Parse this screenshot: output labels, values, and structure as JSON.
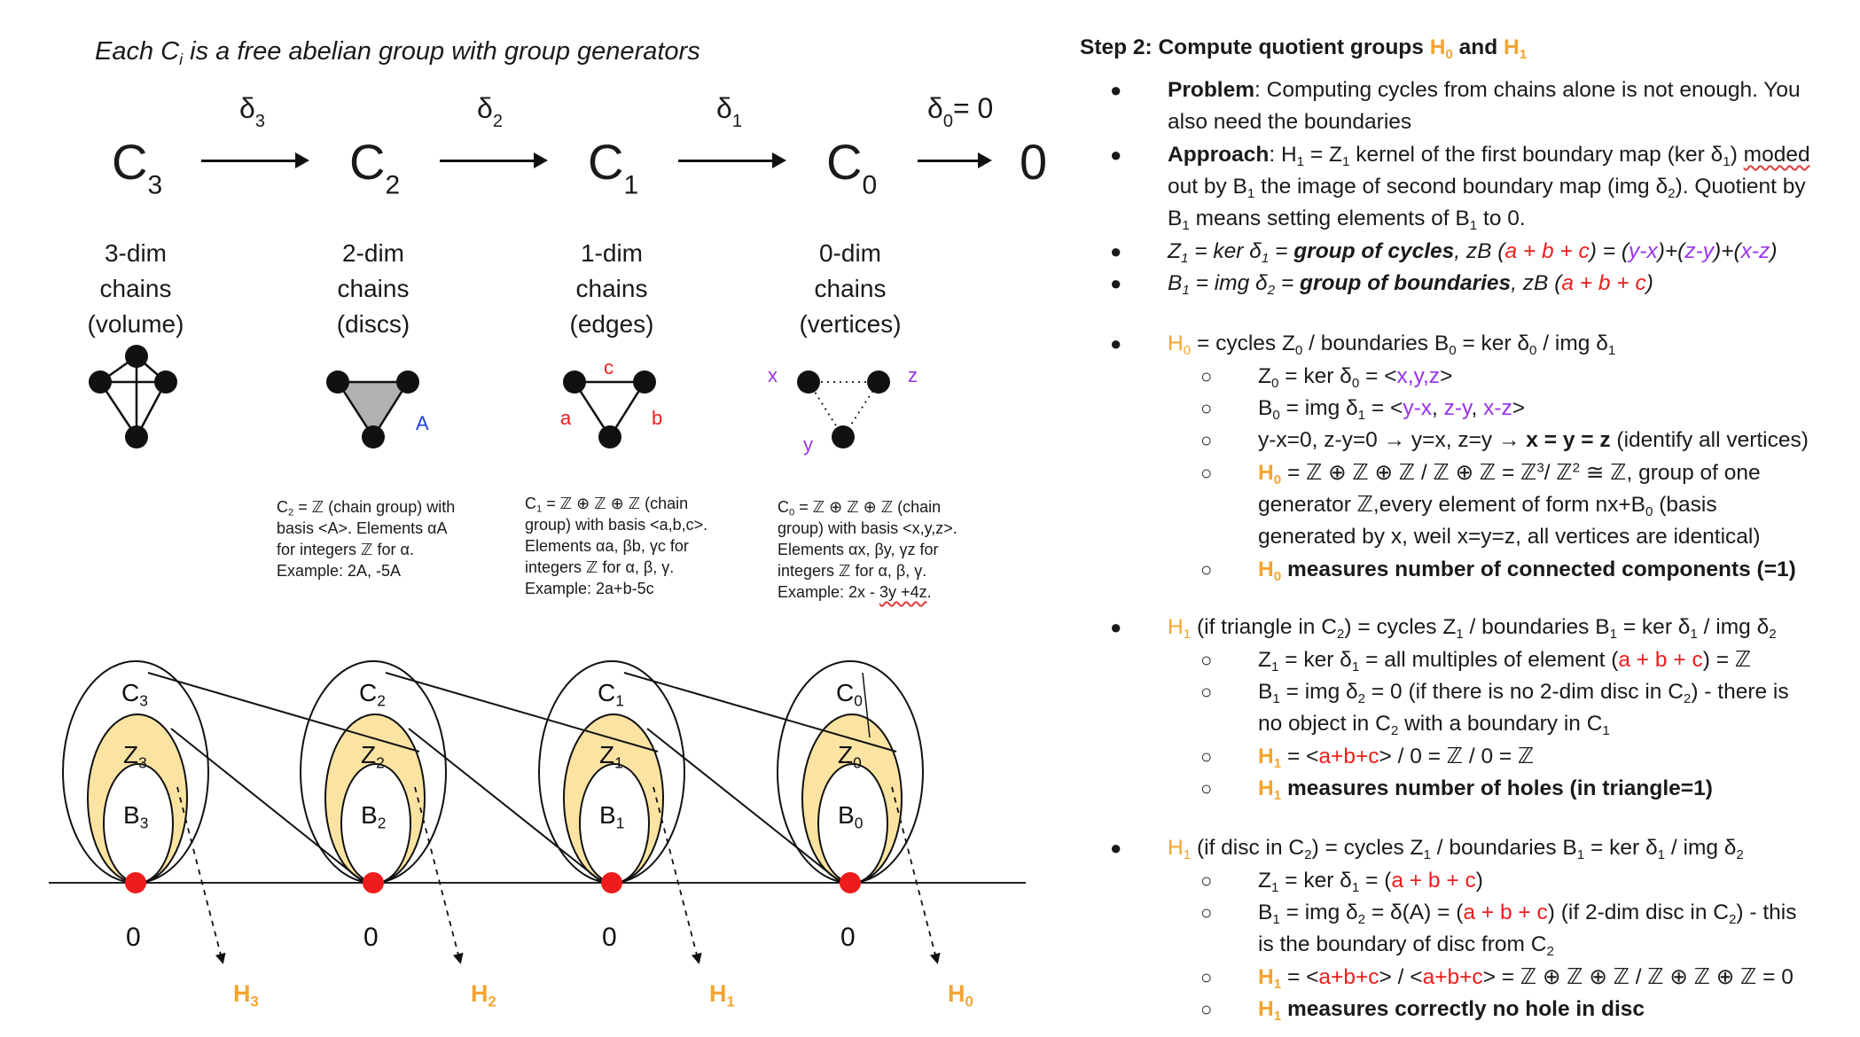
{
  "left": {
    "caption_pre": "Each C",
    "caption_sub": "i",
    "caption_post": " is a free abelian group with group generators",
    "chains": [
      {
        "base": "C",
        "sub": "3"
      },
      {
        "base": "C",
        "sub": "2"
      },
      {
        "base": "C",
        "sub": "1"
      },
      {
        "base": "C",
        "sub": "0"
      },
      {
        "base": "0",
        "sub": ""
      }
    ],
    "maps": [
      {
        "base": "δ",
        "sub": "3",
        "suffix": ""
      },
      {
        "base": "δ",
        "sub": "2",
        "suffix": ""
      },
      {
        "base": "δ",
        "sub": "1",
        "suffix": ""
      },
      {
        "base": "δ",
        "sub": "0",
        "suffix": "= 0"
      }
    ],
    "dims": [
      {
        "l1": "3-dim",
        "l2": "chains",
        "l3": "(volume)"
      },
      {
        "l1": "2-dim",
        "l2": "chains",
        "l3": "(discs)"
      },
      {
        "l1": "1-dim",
        "l2": "chains",
        "l3": "(edges)"
      },
      {
        "l1": "0-dim",
        "l2": "chains",
        "l3": "(vertices)"
      }
    ],
    "shape_labels": {
      "disc": "A",
      "a": "a",
      "b": "b",
      "c": "c",
      "x": "x",
      "y": "y",
      "z": "z"
    },
    "desc_c2": {
      "l1_base": "C",
      "l1_sub": "2",
      "l1_rest": " = ℤ (chain group) with",
      "l2": "basis <A>. Elements αA",
      "l3": "for integers ℤ for α.",
      "l4": "Example: 2A, -5A"
    },
    "desc_c1": {
      "l1_base": "C",
      "l1_sub": "1",
      "l1_rest": " = ℤ ⊕ ℤ ⊕ ℤ (chain",
      "l2": "group) with basis <a,b,c>.",
      "l3": "Elements αa, βb, γc for",
      "l4": "integers ℤ for α, β, γ.",
      "l5": "Example: 2a+b-5c"
    },
    "desc_c0": {
      "l1_base": "C",
      "l1_sub": "0",
      "l1_rest": " = ℤ ⊕ ℤ ⊕ ℤ (chain",
      "l2": "group) with basis <x,y,z>.",
      "l3": "Elements αx, βy, γz for",
      "l4": "integers ℤ for α, β, γ.",
      "l5_pre": "Example: 2x - ",
      "l5_squig": "3y +4z",
      "l5_post": "."
    },
    "groups": [
      {
        "c": "C",
        "z": "Z",
        "b": "B",
        "sub": "3",
        "zero": "0",
        "h": "H",
        "hsub": "3"
      },
      {
        "c": "C",
        "z": "Z",
        "b": "B",
        "sub": "2",
        "zero": "0",
        "h": "H",
        "hsub": "2"
      },
      {
        "c": "C",
        "z": "Z",
        "b": "B",
        "sub": "1",
        "zero": "0",
        "h": "H",
        "hsub": "1"
      },
      {
        "c": "C",
        "z": "Z",
        "b": "B",
        "sub": "0",
        "zero": "0",
        "h": "H",
        "hsub": "0"
      }
    ]
  },
  "right": {
    "title_pre": "Step 2: Compute quotient groups ",
    "title_h0": "H",
    "title_h0_sub": "0",
    "title_and": " and ",
    "title_h1": "H",
    "title_h1_sub": "1",
    "colors": {
      "orange": "#f4a430",
      "red": "#ee1c1c",
      "purple": "#9933ee",
      "blue": "#1f3fe8"
    }
  }
}
